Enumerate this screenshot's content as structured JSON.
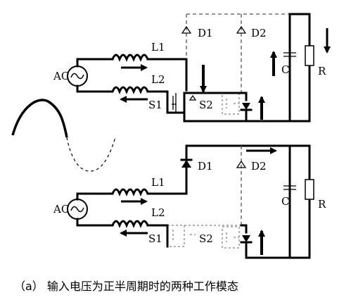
{
  "labels": {
    "ac": "AC",
    "l1": "L1",
    "l2": "L2",
    "d1": "D1",
    "d2": "D2",
    "s1": "S1",
    "s2": "S2",
    "c": "C",
    "r": "R"
  },
  "caption": "（a）  输入电压为正半周期时的两种工作模态"
}
